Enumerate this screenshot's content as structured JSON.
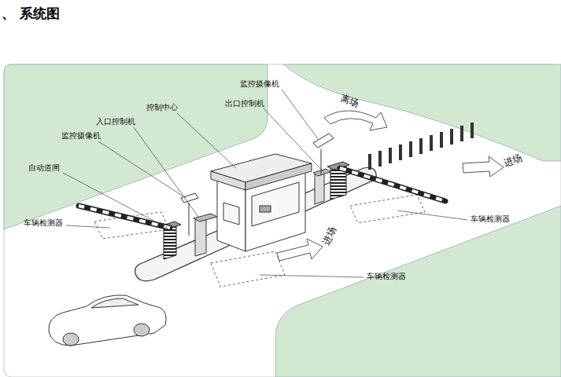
{
  "diagram": {
    "title": "、 系统图",
    "labels": [
      "监控摄像机",
      "出口控制机",
      "控制中心",
      "入口控制机",
      "监控摄像机",
      "自动道闸",
      "车辆检测器",
      "车辆检测器",
      "车辆检测器",
      "离场",
      "进场",
      "进场"
    ]
  }
}
